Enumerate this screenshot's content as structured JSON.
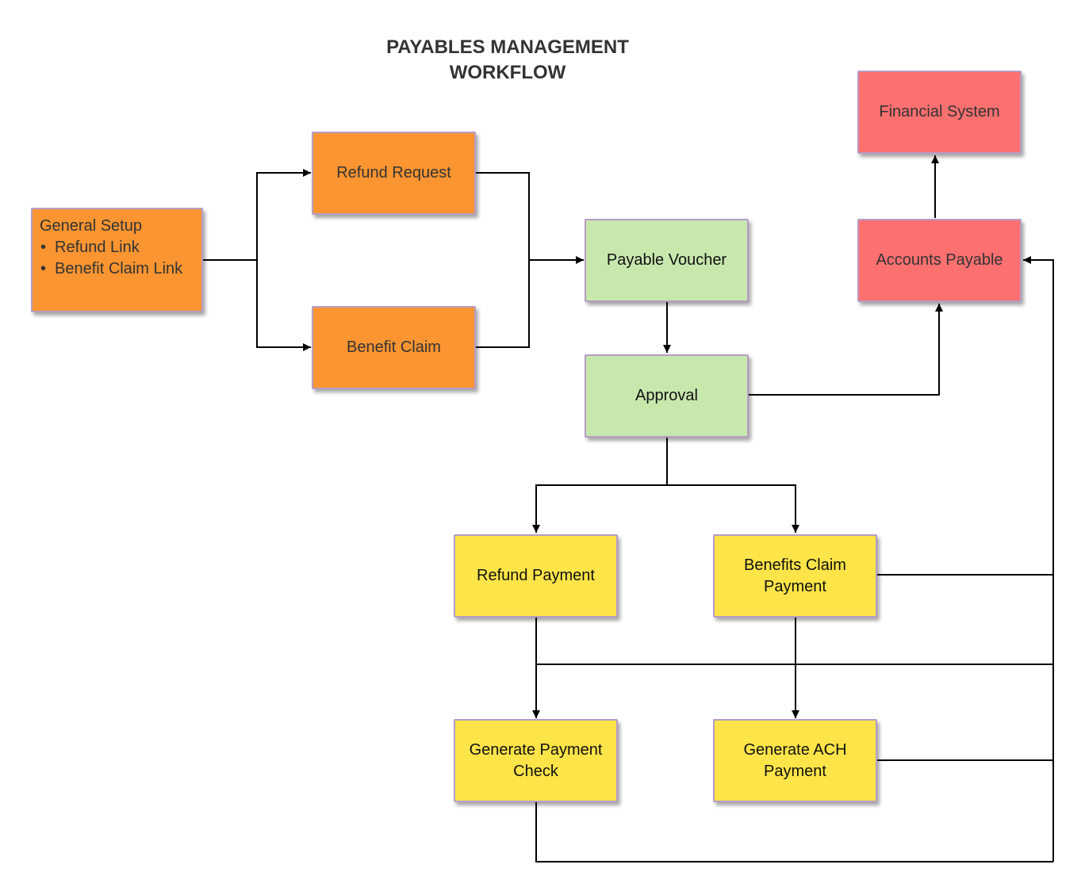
{
  "diagram": {
    "title_lines": [
      "PAYABLES MANAGEMENT",
      "WORKFLOW"
    ],
    "colors": {
      "setup": "#fa9531",
      "voucher": "#c8e7ad",
      "payment": "#fde448",
      "finance": "#fd7070",
      "border": "#b69cc6",
      "connector": "#000000"
    },
    "nodes": {
      "general_setup": {
        "title": "General Setup",
        "items": [
          "Refund Link",
          "Benefit Claim Link"
        ]
      },
      "refund_request": {
        "label": "Refund Request"
      },
      "benefit_claim": {
        "label": "Benefit Claim"
      },
      "payable_voucher": {
        "label": "Payable Voucher"
      },
      "approval": {
        "label": "Approval"
      },
      "refund_payment": {
        "label": "Refund Payment"
      },
      "benefits_claim_payment": {
        "label": "Benefits Claim Payment"
      },
      "generate_payment_check": {
        "label": "Generate Payment Check"
      },
      "generate_ach_payment": {
        "label": "Generate ACH Payment"
      },
      "accounts_payable": {
        "label": "Accounts Payable"
      },
      "financial_system": {
        "label": "Financial System"
      }
    },
    "edges": [
      {
        "from": "general_setup",
        "to": "refund_request"
      },
      {
        "from": "general_setup",
        "to": "benefit_claim"
      },
      {
        "from": "refund_request",
        "to": "payable_voucher"
      },
      {
        "from": "benefit_claim",
        "to": "payable_voucher"
      },
      {
        "from": "payable_voucher",
        "to": "approval"
      },
      {
        "from": "approval",
        "to": "accounts_payable"
      },
      {
        "from": "approval",
        "to": "refund_payment"
      },
      {
        "from": "approval",
        "to": "benefits_claim_payment"
      },
      {
        "from": "refund_payment",
        "to": "generate_payment_check"
      },
      {
        "from": "refund_payment",
        "to": "accounts_payable"
      },
      {
        "from": "benefits_claim_payment",
        "to": "generate_ach_payment"
      },
      {
        "from": "benefits_claim_payment",
        "to": "accounts_payable"
      },
      {
        "from": "generate_payment_check",
        "to": "accounts_payable"
      },
      {
        "from": "generate_ach_payment",
        "to": "accounts_payable"
      },
      {
        "from": "accounts_payable",
        "to": "financial_system"
      }
    ]
  }
}
